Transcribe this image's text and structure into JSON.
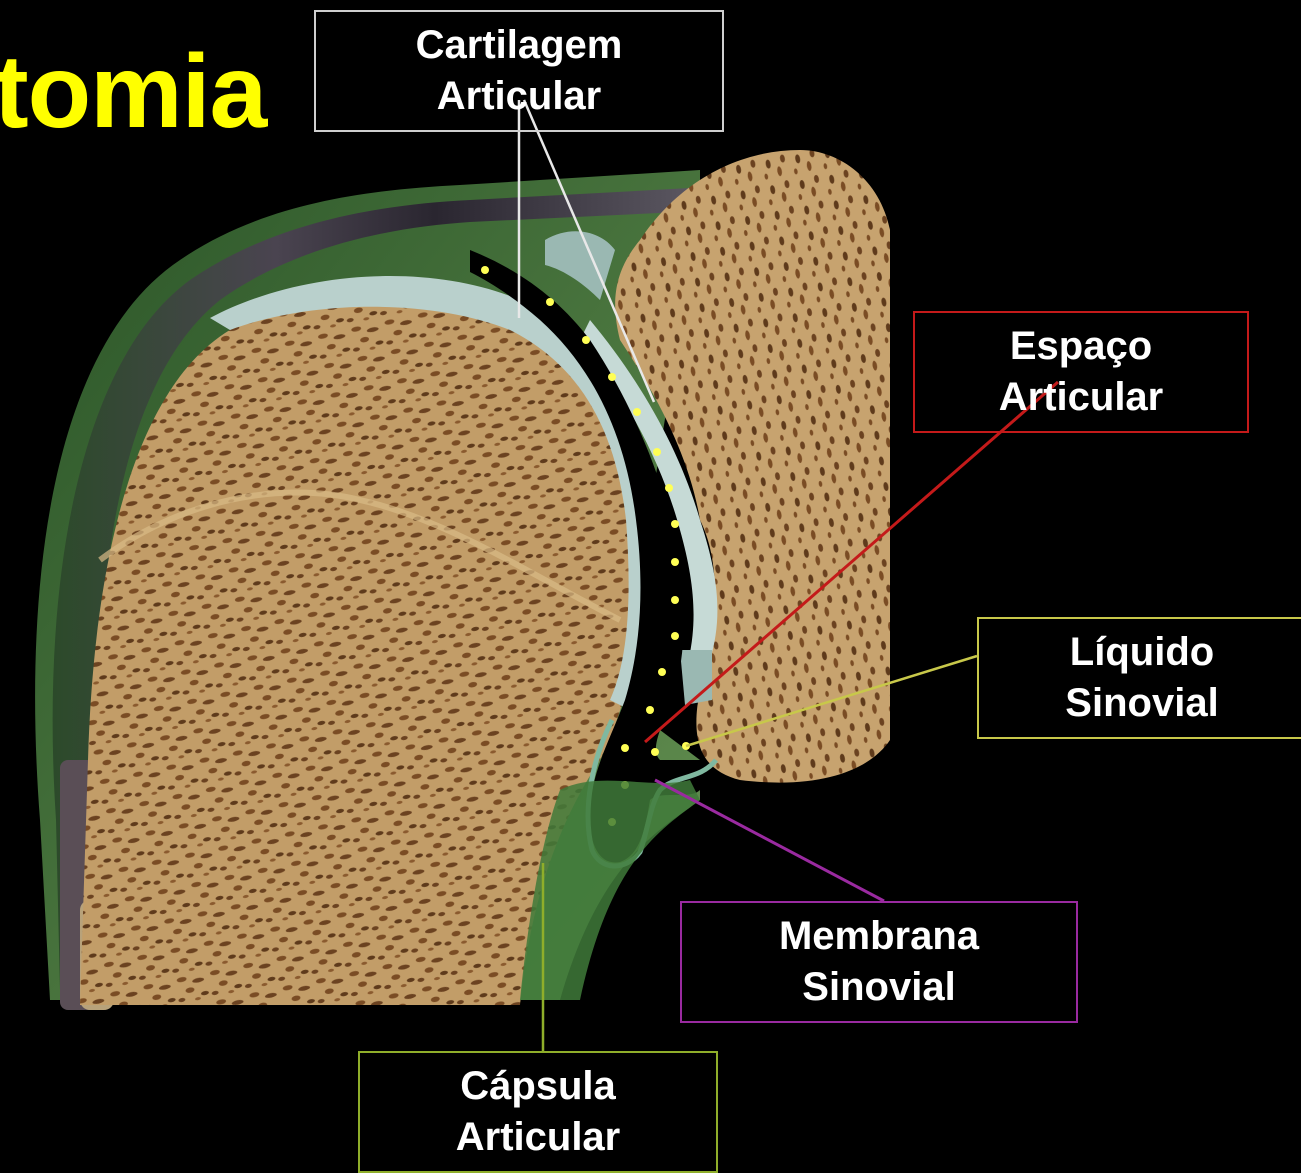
{
  "slide": {
    "title": "tomia",
    "title_color": "#ffff00",
    "background": "#000000"
  },
  "labels": {
    "cartilagem": {
      "line1": "Cartilagem",
      "line2": "Articular",
      "color": "#cfcfcf"
    },
    "espaco": {
      "line1": "Espaço",
      "line2": "Articular",
      "color": "#c41a1a"
    },
    "liquido": {
      "line1": "Líquido",
      "line2": "Sinovial",
      "color": "#c8c84a"
    },
    "membrana": {
      "line1": "Membrana",
      "line2": "Sinovial",
      "color": "#9a2aa0"
    },
    "capsula": {
      "line1": "Cápsula",
      "line2": "Articular",
      "color": "#8fae2a"
    }
  },
  "colors": {
    "bone": "#c29d68",
    "bone_pores": "#6b4220",
    "cartilage": "#b9d0cc",
    "capsule_green": "#3f7a3a",
    "capsule_dark": "#3b3540",
    "synovial_fluid_dots": "#ffff55",
    "joint_space": "#000000"
  },
  "icons": [
    "bone-texture-pattern"
  ]
}
